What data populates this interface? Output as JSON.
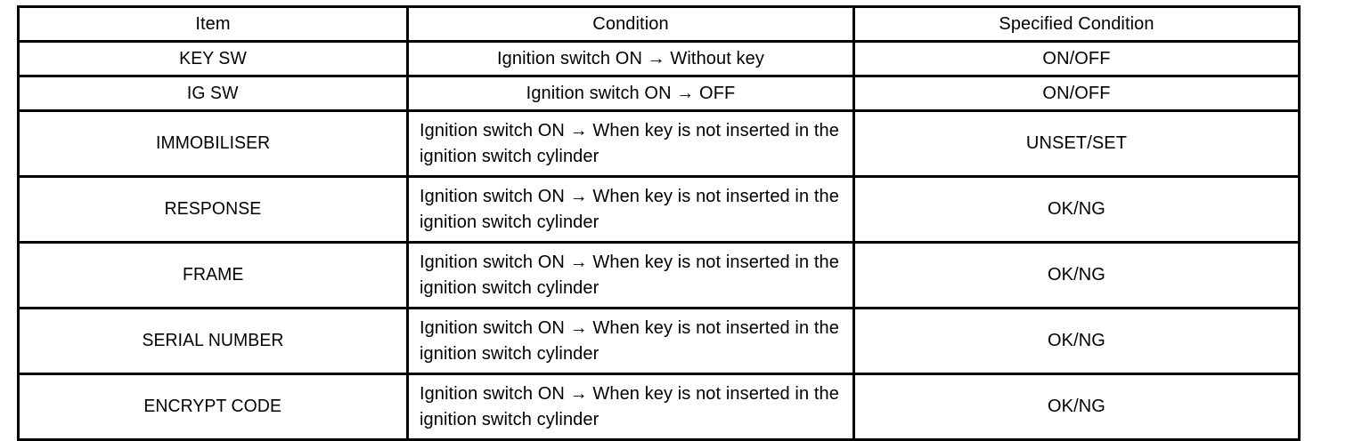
{
  "table": {
    "columns": [
      {
        "key": "item",
        "label": "Item",
        "align": "center"
      },
      {
        "key": "condition",
        "label": "Condition",
        "align": "center"
      },
      {
        "key": "specified_condition",
        "label": "Specified Condition",
        "align": "center"
      }
    ],
    "rows": [
      {
        "item": "KEY SW",
        "condition": "Ignition switch ON → Without key",
        "specified_condition": "ON/OFF",
        "height": "short",
        "condition_align": "center"
      },
      {
        "item": "IG SW",
        "condition": "Ignition switch ON → OFF",
        "specified_condition": "ON/OFF",
        "height": "short",
        "condition_align": "center"
      },
      {
        "item": "IMMOBILISER",
        "condition": "Ignition switch ON → When key is not inserted in the ignition switch cylinder",
        "specified_condition": "UNSET/SET",
        "height": "tall",
        "condition_align": "left"
      },
      {
        "item": "RESPONSE",
        "condition": "Ignition switch ON → When key is not inserted in the ignition switch cylinder",
        "specified_condition": "OK/NG",
        "height": "tall",
        "condition_align": "left"
      },
      {
        "item": "FRAME",
        "condition": "Ignition switch ON → When key is not inserted in the ignition switch cylinder",
        "specified_condition": "OK/NG",
        "height": "tall",
        "condition_align": "left"
      },
      {
        "item": "SERIAL NUMBER",
        "condition": "Ignition switch ON → When key is not inserted in the ignition switch cylinder",
        "specified_condition": "OK/NG",
        "height": "tall",
        "condition_align": "left"
      },
      {
        "item": "ENCRYPT CODE",
        "condition": "Ignition switch ON → When key is not inserted in the ignition switch cylinder",
        "specified_condition": "OK/NG",
        "height": "tall",
        "condition_align": "left"
      }
    ]
  },
  "colors": {
    "border": "#000000",
    "text": "#000000",
    "background": "#ffffff"
  }
}
